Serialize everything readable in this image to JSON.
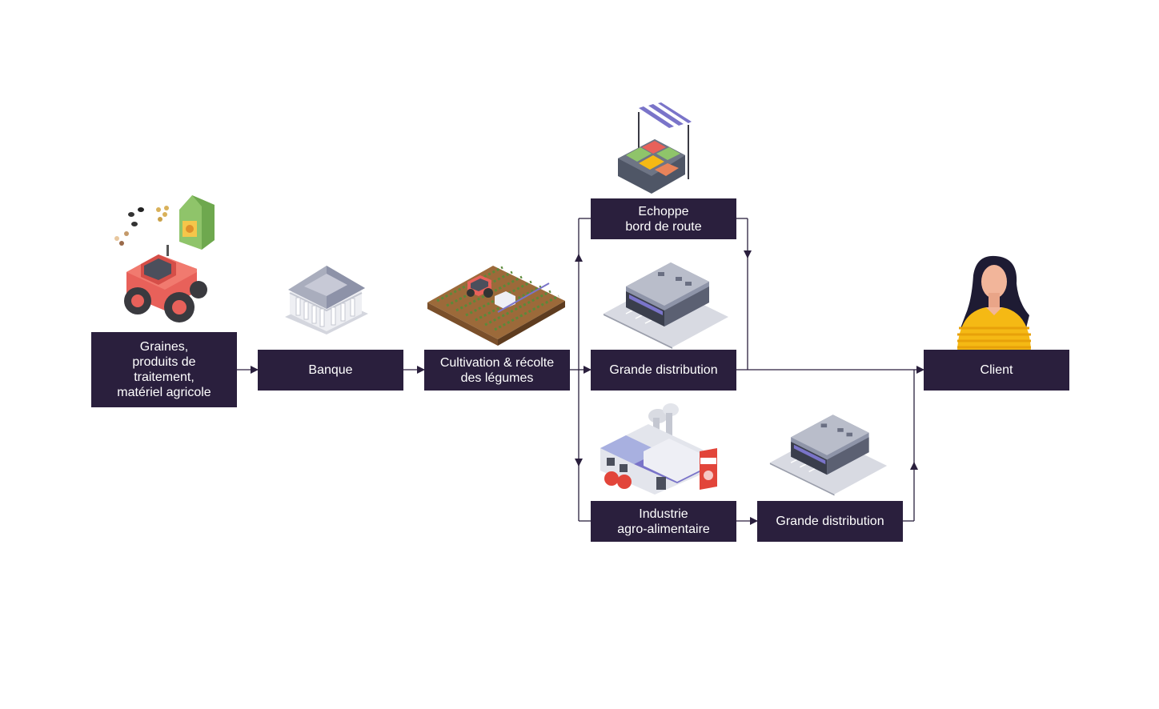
{
  "colors": {
    "box": "#2a1f3d",
    "text": "#ffffff",
    "connector": "#2a1f3d",
    "tractor": "#e8615a",
    "roof": "#c9ccd6",
    "awning": "#7a74c9",
    "skin": "#f2b59a",
    "sweater": "#f5b914",
    "hair": "#1e1b33",
    "tomato": "#e2453a",
    "field": "#9c6a3a"
  },
  "nodes": {
    "inputs": {
      "lines": [
        "Graines,",
        "produits de",
        "traitement,",
        "matériel agricole"
      ]
    },
    "bank": {
      "lines": [
        "Banque"
      ]
    },
    "farming": {
      "lines": [
        "Cultivation & récolte",
        "des légumes"
      ]
    },
    "roadside": {
      "lines": [
        "Echoppe",
        "bord de route"
      ]
    },
    "retail_direct": {
      "lines": [
        "Grande distribution"
      ]
    },
    "industry": {
      "lines": [
        "Industrie",
        "agro-alimentaire"
      ]
    },
    "retail_indirect": {
      "lines": [
        "Grande distribution"
      ]
    },
    "client": {
      "lines": [
        "Client"
      ]
    }
  },
  "illustrations": {
    "inputs": "tractor-seeds-icon",
    "bank": "bank-building-icon",
    "farming": "field-tractor-icon",
    "roadside": "market-stall-icon",
    "retail_direct": "supermarket-icon",
    "industry": "food-factory-icon",
    "retail_indirect": "supermarket-icon",
    "client": "woman-avatar-icon"
  }
}
